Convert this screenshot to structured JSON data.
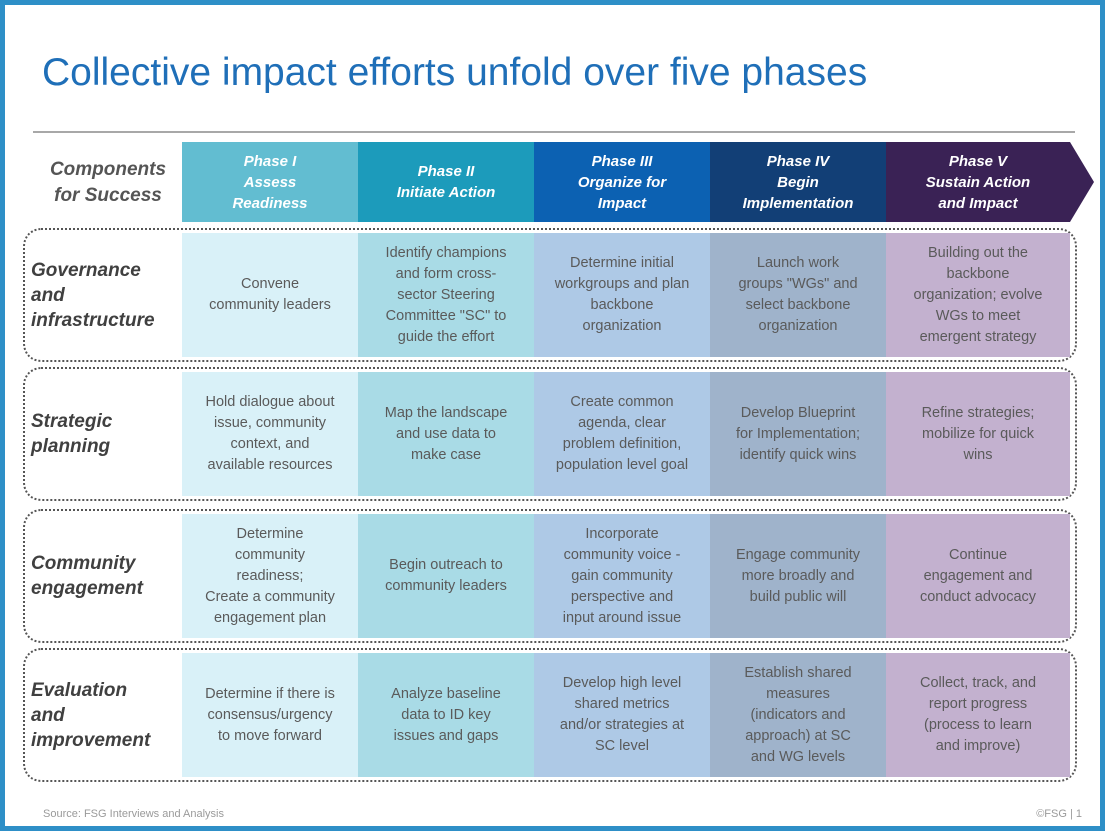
{
  "title": "Collective impact efforts unfold over five phases",
  "components_header": [
    "Components",
    "for Success"
  ],
  "phases": [
    {
      "lines": [
        "Phase I",
        "Assess",
        "Readiness"
      ]
    },
    {
      "lines": [
        "Phase II",
        "Initiate Action"
      ]
    },
    {
      "lines": [
        "Phase III",
        "Organize  for",
        "Impact"
      ]
    },
    {
      "lines": [
        "Phase IV",
        "Begin",
        "Implementation"
      ]
    },
    {
      "lines": [
        "Phase V",
        "Sustain Action",
        "and Impact"
      ]
    }
  ],
  "rows": [
    {
      "label": [
        "Governance",
        "and",
        "infrastructure"
      ],
      "cells": [
        [
          "Convene",
          "community leaders"
        ],
        [
          "Identify  champions",
          "and form cross-",
          "sector Steering",
          "Committee \"SC\" to",
          "guide the effort"
        ],
        [
          "Determine initial",
          "workgroups and plan",
          "backbone",
          "organization"
        ],
        [
          "Launch work",
          "groups \"WGs\" and",
          "select backbone",
          "organization"
        ],
        [
          "Building out the",
          "backbone",
          "organization;  evolve",
          "WGs to meet",
          "emergent strategy"
        ]
      ]
    },
    {
      "label": [
        "Strategic",
        "planning"
      ],
      "cells": [
        [
          "Hold dialogue about",
          "issue, community",
          "context,  and",
          "available resources"
        ],
        [
          "Map the landscape",
          "and use data to",
          "make case"
        ],
        [
          "Create common",
          "agenda, clear",
          "problem definition,",
          "population level goal"
        ],
        [
          "Develop Blueprint",
          "for Implementation;",
          "identify quick wins"
        ],
        [
          "Refine strategies;",
          "mobilize for quick",
          "wins"
        ]
      ]
    },
    {
      "label": [
        "Community",
        "engagement"
      ],
      "cells": [
        [
          "Determine",
          "community",
          "readiness;",
          "Create a community",
          "engagement plan"
        ],
        [
          "Begin outreach to",
          "community  leaders"
        ],
        [
          "Incorporate",
          "community  voice -",
          "gain community",
          "perspective and",
          "input around issue"
        ],
        [
          "Engage community",
          "more broadly and",
          "build public will"
        ],
        [
          "Continue",
          "engagement and",
          "conduct advocacy"
        ]
      ]
    },
    {
      "label": [
        "Evaluation",
        "and",
        "improvement"
      ],
      "cells": [
        [
          "Determine if there is",
          "consensus/urgency",
          "to move forward"
        ],
        [
          "Analyze baseline",
          "data to ID key",
          "issues and gaps"
        ],
        [
          "Develop high level",
          "shared metrics",
          "and/or strategies at",
          "SC level"
        ],
        [
          "Establish shared",
          "measures",
          "(indicators and",
          "approach) at SC",
          "and WG levels"
        ],
        [
          "Collect, track, and",
          "report progress",
          "(process to learn",
          "and improve)"
        ]
      ]
    }
  ],
  "footer": {
    "source": "Source:  FSG Interviews  and Analysis",
    "copyright": "©FSG  |   1"
  }
}
